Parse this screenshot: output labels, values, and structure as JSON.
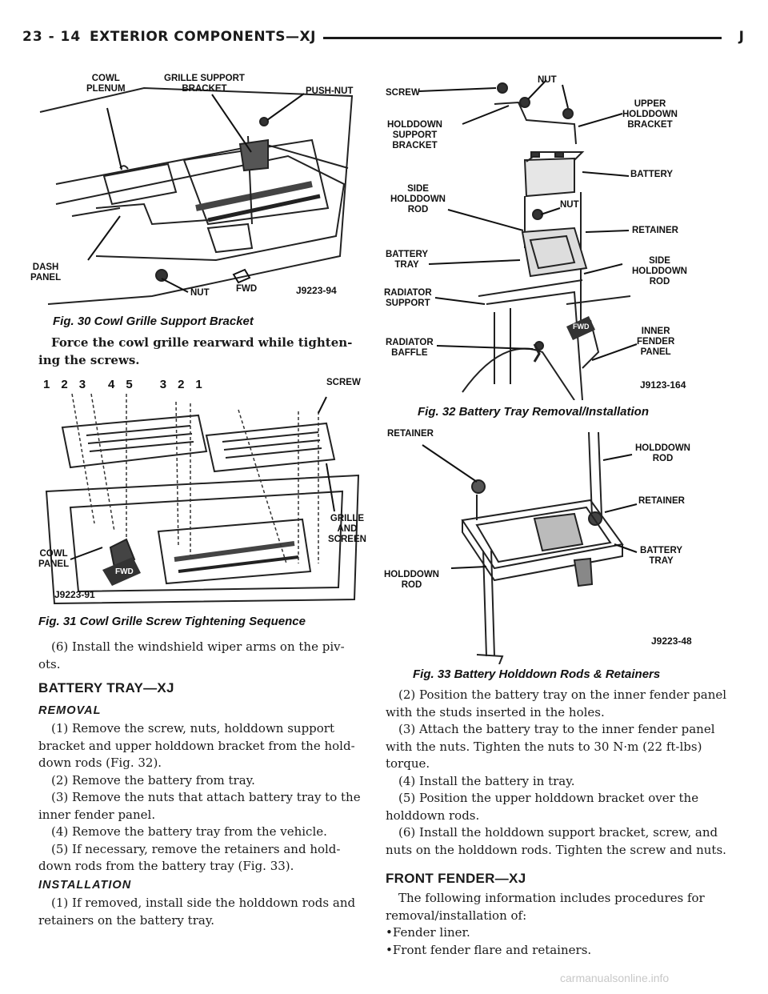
{
  "header": {
    "page_number": "23 - 14",
    "title": "EXTERIOR COMPONENTS—XJ",
    "letter": "J"
  },
  "fig30": {
    "labels": {
      "cowl_plenum": "COWL\nPLENUM",
      "grille_support_bracket": "GRILLE SUPPORT\nBRACKET",
      "push_nut": "PUSH-NUT",
      "dash_panel": "DASH\nPANEL",
      "nut": "NUT",
      "fwd": "FWD"
    },
    "code": "J9223-94",
    "caption": "Fig. 30 Cowl Grille Support Bracket"
  },
  "para_force": "Force the cowl grille rearward while tighten-ing the screws.",
  "fig31": {
    "labels": {
      "screw": "SCREW",
      "grille_and_screen": "GRILLE\nAND\nSCREEN",
      "cowl_panel": "COWL\nPANEL",
      "fwd": "FWD",
      "sequence": [
        "1",
        "2",
        "3",
        "4",
        "5",
        "3",
        "2",
        "1"
      ]
    },
    "code": "J9223-91",
    "caption": "Fig. 31 Cowl Grille Screw Tightening Sequence"
  },
  "left_text": {
    "step6": "(6) Install the windshield wiper arms on the piv-ots.",
    "section_battery": "BATTERY TRAY—XJ",
    "removal": "REMOVAL",
    "removal_steps": [
      "(1) Remove the screw, nuts, holddown support bracket and upper holddown bracket from the hold-down rods (Fig. 32).",
      "(2) Remove the battery from tray.",
      "(3) Remove the nuts that attach battery tray to the inner fender panel.",
      "(4) Remove the battery tray from the vehicle.",
      "(5) If necessary, remove the retainers and hold-down rods from the battery tray (Fig. 33)."
    ],
    "installation": "INSTALLATION",
    "install_step1": "(1) If removed, install side the holddown rods and retainers on the battery tray."
  },
  "fig32": {
    "labels": {
      "screw": "SCREW",
      "nut_top": "NUT",
      "upper_holddown_bracket": "UPPER\nHOLDDOWN\nBRACKET",
      "holddown_support_bracket": "HOLDDOWN\nSUPPORT\nBRACKET",
      "battery": "BATTERY",
      "side_holddown_rod_left": "SIDE\nHOLDDOWN\nROD",
      "nut_mid": "NUT",
      "retainer": "RETAINER",
      "battery_tray": "BATTERY\nTRAY",
      "side_holddown_rod_right": "SIDE\nHOLDDOWN\nROD",
      "radiator_support": "RADIATOR\nSUPPORT",
      "radiator_baffle": "RADIATOR\nBAFFLE",
      "inner_fender_panel": "INNER\nFENDER\nPANEL",
      "fwd": "FWD"
    },
    "code": "J9123-164",
    "caption": "Fig. 32 Battery Tray Removal/Installation"
  },
  "fig33": {
    "labels": {
      "retainer_top": "RETAINER",
      "holddown_rod_right": "HOLDDOWN\nROD",
      "retainer_right": "RETAINER",
      "battery_tray": "BATTERY\nTRAY",
      "holddown_rod_left": "HOLDDOWN\nROD"
    },
    "code": "J9223-48",
    "caption": "Fig. 33 Battery Holddown Rods & Retainers"
  },
  "right_text": {
    "steps": [
      "(2) Position the battery tray on the inner fender panel with the studs inserted in the holes.",
      "(3) Attach the battery tray to the inner fender panel with the nuts. Tighten the nuts to 30 N·m (22 ft-lbs) torque.",
      "(4) Install the battery in tray.",
      "(5) Position the upper holddown bracket over the holddown rods.",
      "(6) Install the holddown support bracket, screw, and nuts on the holddown rods. Tighten the screw and nuts."
    ],
    "section_fender": "FRONT FENDER—XJ",
    "fender_intro": "The following information includes procedures for removal/installation of:",
    "bullets": [
      "Fender liner.",
      "Front fender flare and retainers."
    ]
  },
  "watermark": "carmanualsonline.info"
}
